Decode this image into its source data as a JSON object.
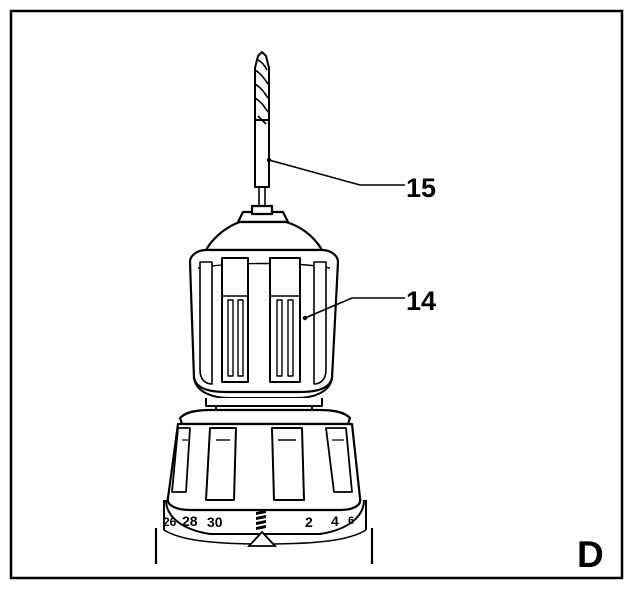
{
  "figure": {
    "letter": "D",
    "callouts": [
      {
        "number": "15",
        "target": "drill bit"
      },
      {
        "number": "14",
        "target": "keyless chuck"
      }
    ],
    "scale_labels": [
      "26",
      "28",
      "30",
      "2",
      "4",
      "6"
    ],
    "drill_symbol": "drill-mode-icon"
  }
}
